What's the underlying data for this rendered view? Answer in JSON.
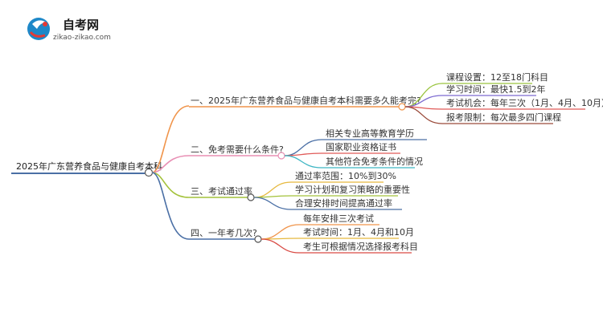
{
  "logo": {
    "name": "自考网",
    "url": "zikao-zikao.com"
  },
  "root": {
    "label": "2025年广东营养食品与健康自考本科"
  },
  "colors": {
    "root": "#4a6fa5",
    "branch1": "#f0944a",
    "branch2": "#e88fb4",
    "branch3": "#a3c23a",
    "branch4": "#d94b45",
    "leaf1": "#9ac43f",
    "leaf2": "#7c6ad1",
    "leaf3": "#e05a58",
    "leaf4": "#9a4a3a",
    "leaf5": "#3fb6c4",
    "leaf6": "#e6b93f",
    "leaf7": "#4a6fa5",
    "leaf8": "#f0944a"
  },
  "branches": [
    {
      "label": "一、2025年广东营养食品与健康自考本科需要多久能考完?",
      "children": [
        "课程设置：12至18门科目",
        "学习时间：最快1.5到2年",
        "考试机会：每年三次（1月、4月、10月）",
        "报考限制：每次最多四门课程"
      ]
    },
    {
      "label": "二、免考需要什么条件?",
      "children": [
        "相关专业高等教育学历",
        "国家职业资格证书",
        "其他符合免考条件的情况"
      ]
    },
    {
      "label": "三、考试通过率",
      "children": [
        "通过率范围：10%到30%",
        "学习计划和复习策略的重要性",
        "合理安排时间提高通过率"
      ]
    },
    {
      "label": "四、一年考几次?",
      "children": [
        "每年安排三次考试",
        "考试时间：1月、4月和10月",
        "考生可根据情况选择报考科目"
      ]
    }
  ]
}
